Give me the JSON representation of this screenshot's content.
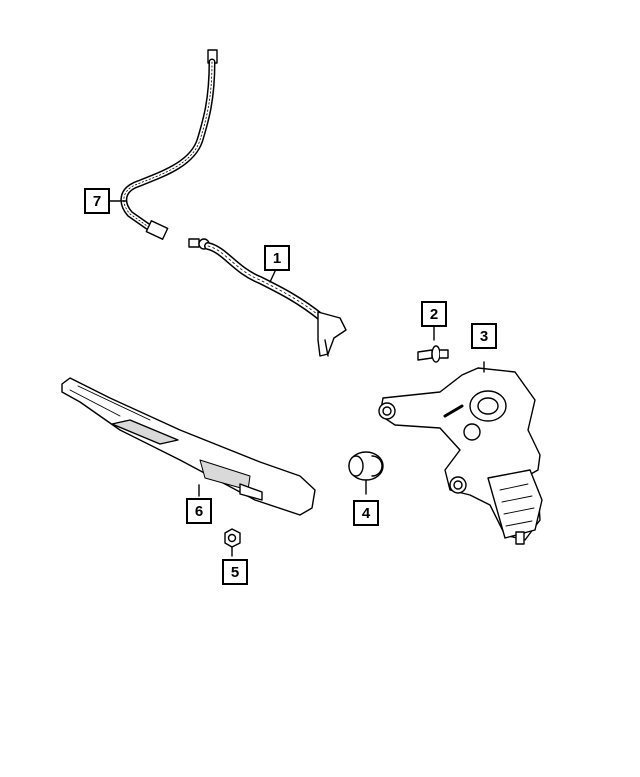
{
  "callouts": [
    {
      "id": "1",
      "label": "1"
    },
    {
      "id": "2",
      "label": "2"
    },
    {
      "id": "3",
      "label": "3"
    },
    {
      "id": "4",
      "label": "4"
    },
    {
      "id": "5",
      "label": "5"
    },
    {
      "id": "6",
      "label": "6"
    },
    {
      "id": "7",
      "label": "7"
    }
  ],
  "colors": {
    "line": "#000000",
    "fill": "#ffffff",
    "shade": "#d9d9d9"
  }
}
